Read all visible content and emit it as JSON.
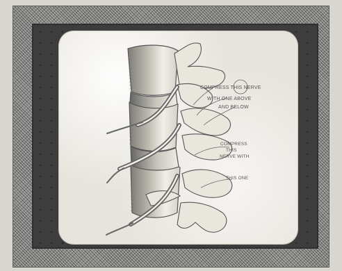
{
  "illustration": {
    "annotations": {
      "compress_nerve": "COMPRESS THIS NERVE",
      "with_one_above": "WITH ONE ABOVE",
      "and_below": "AND BELOW",
      "compress": "COMPRESS",
      "this": "THIS",
      "nerve_with": "NERVE WITH",
      "this_one": "THIS ONE"
    }
  }
}
